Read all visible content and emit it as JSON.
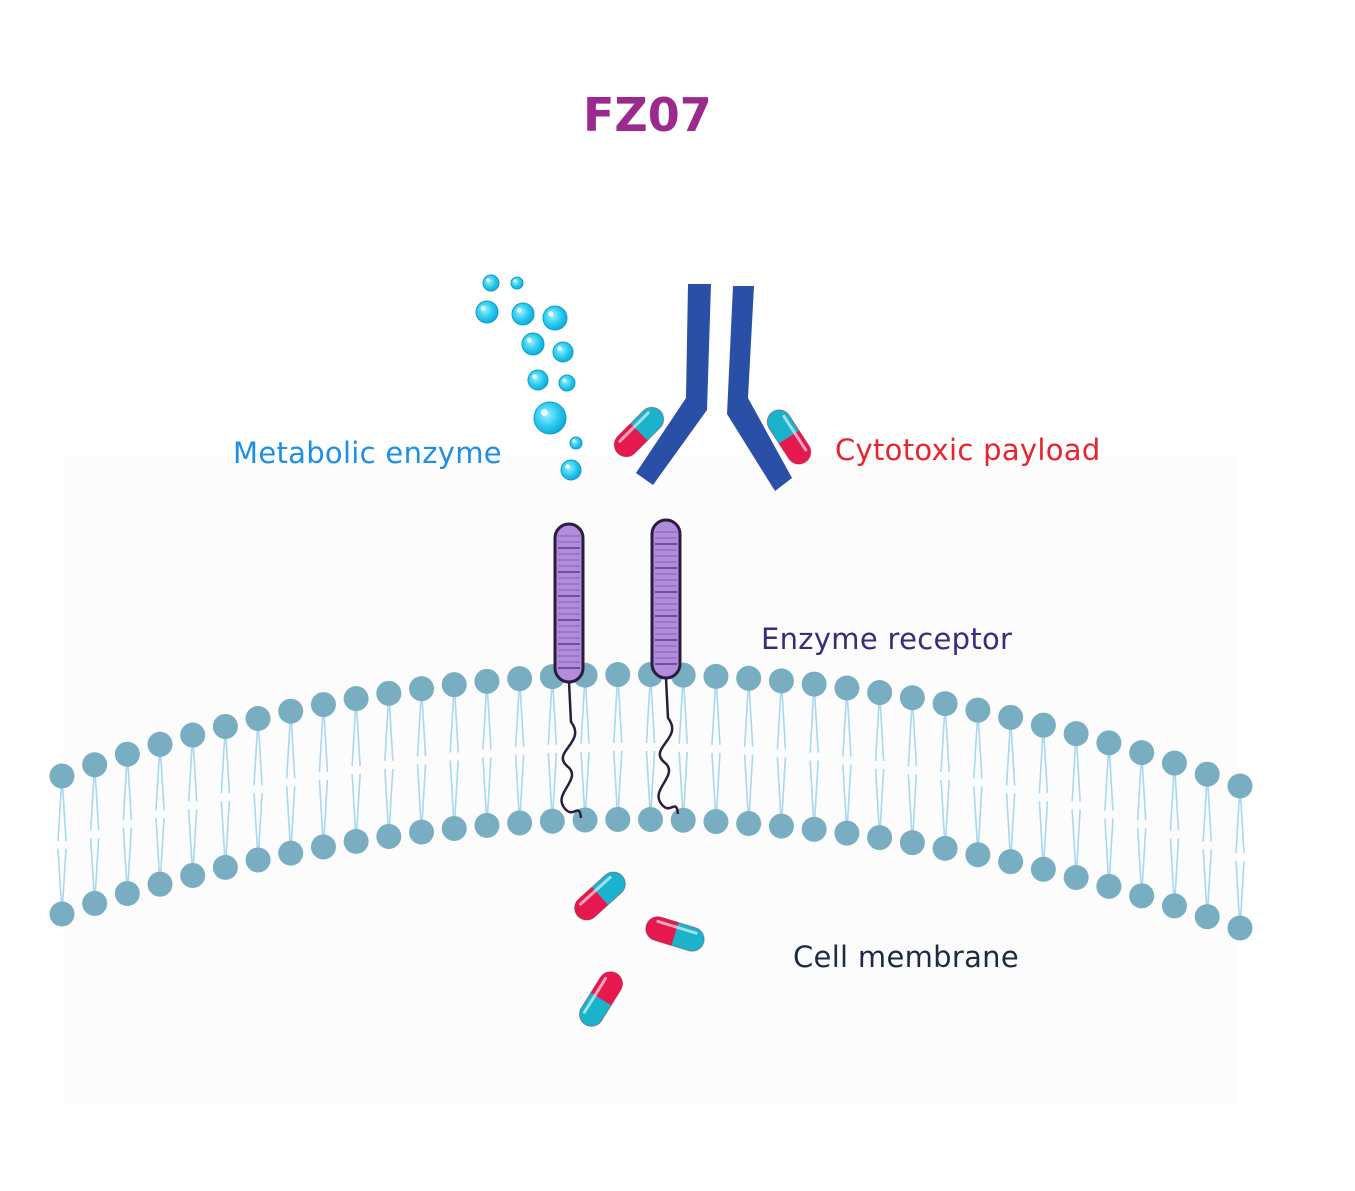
{
  "title": "FZ07",
  "labels": {
    "metabolic_enzyme": "Metabolic enzyme",
    "cytotoxic_payload": "Cytotoxic payload",
    "enzyme_receptor": "Enzyme receptor",
    "cell_membrane": "Cell membrane"
  },
  "colors": {
    "title": "#9b2a8c",
    "enzyme": "#1e8fe6",
    "payload": "#e8252e",
    "receptor": "#3d2a7a",
    "membrane": "#1e2a44",
    "antibody": "#2a4fa6",
    "lipid_head": "#79adc1",
    "lipid_tail": "#a9d8ee",
    "capsule_red": "#e6194f",
    "capsule_cyan": "#1bb3cc",
    "receptor_fill": "#b18bdc",
    "bubble": "#22c3ee"
  },
  "icons": [
    "antibody-icon",
    "capsule-icon",
    "enzyme-bubble-icon",
    "receptor-icon",
    "lipid-bilayer-icon"
  ]
}
